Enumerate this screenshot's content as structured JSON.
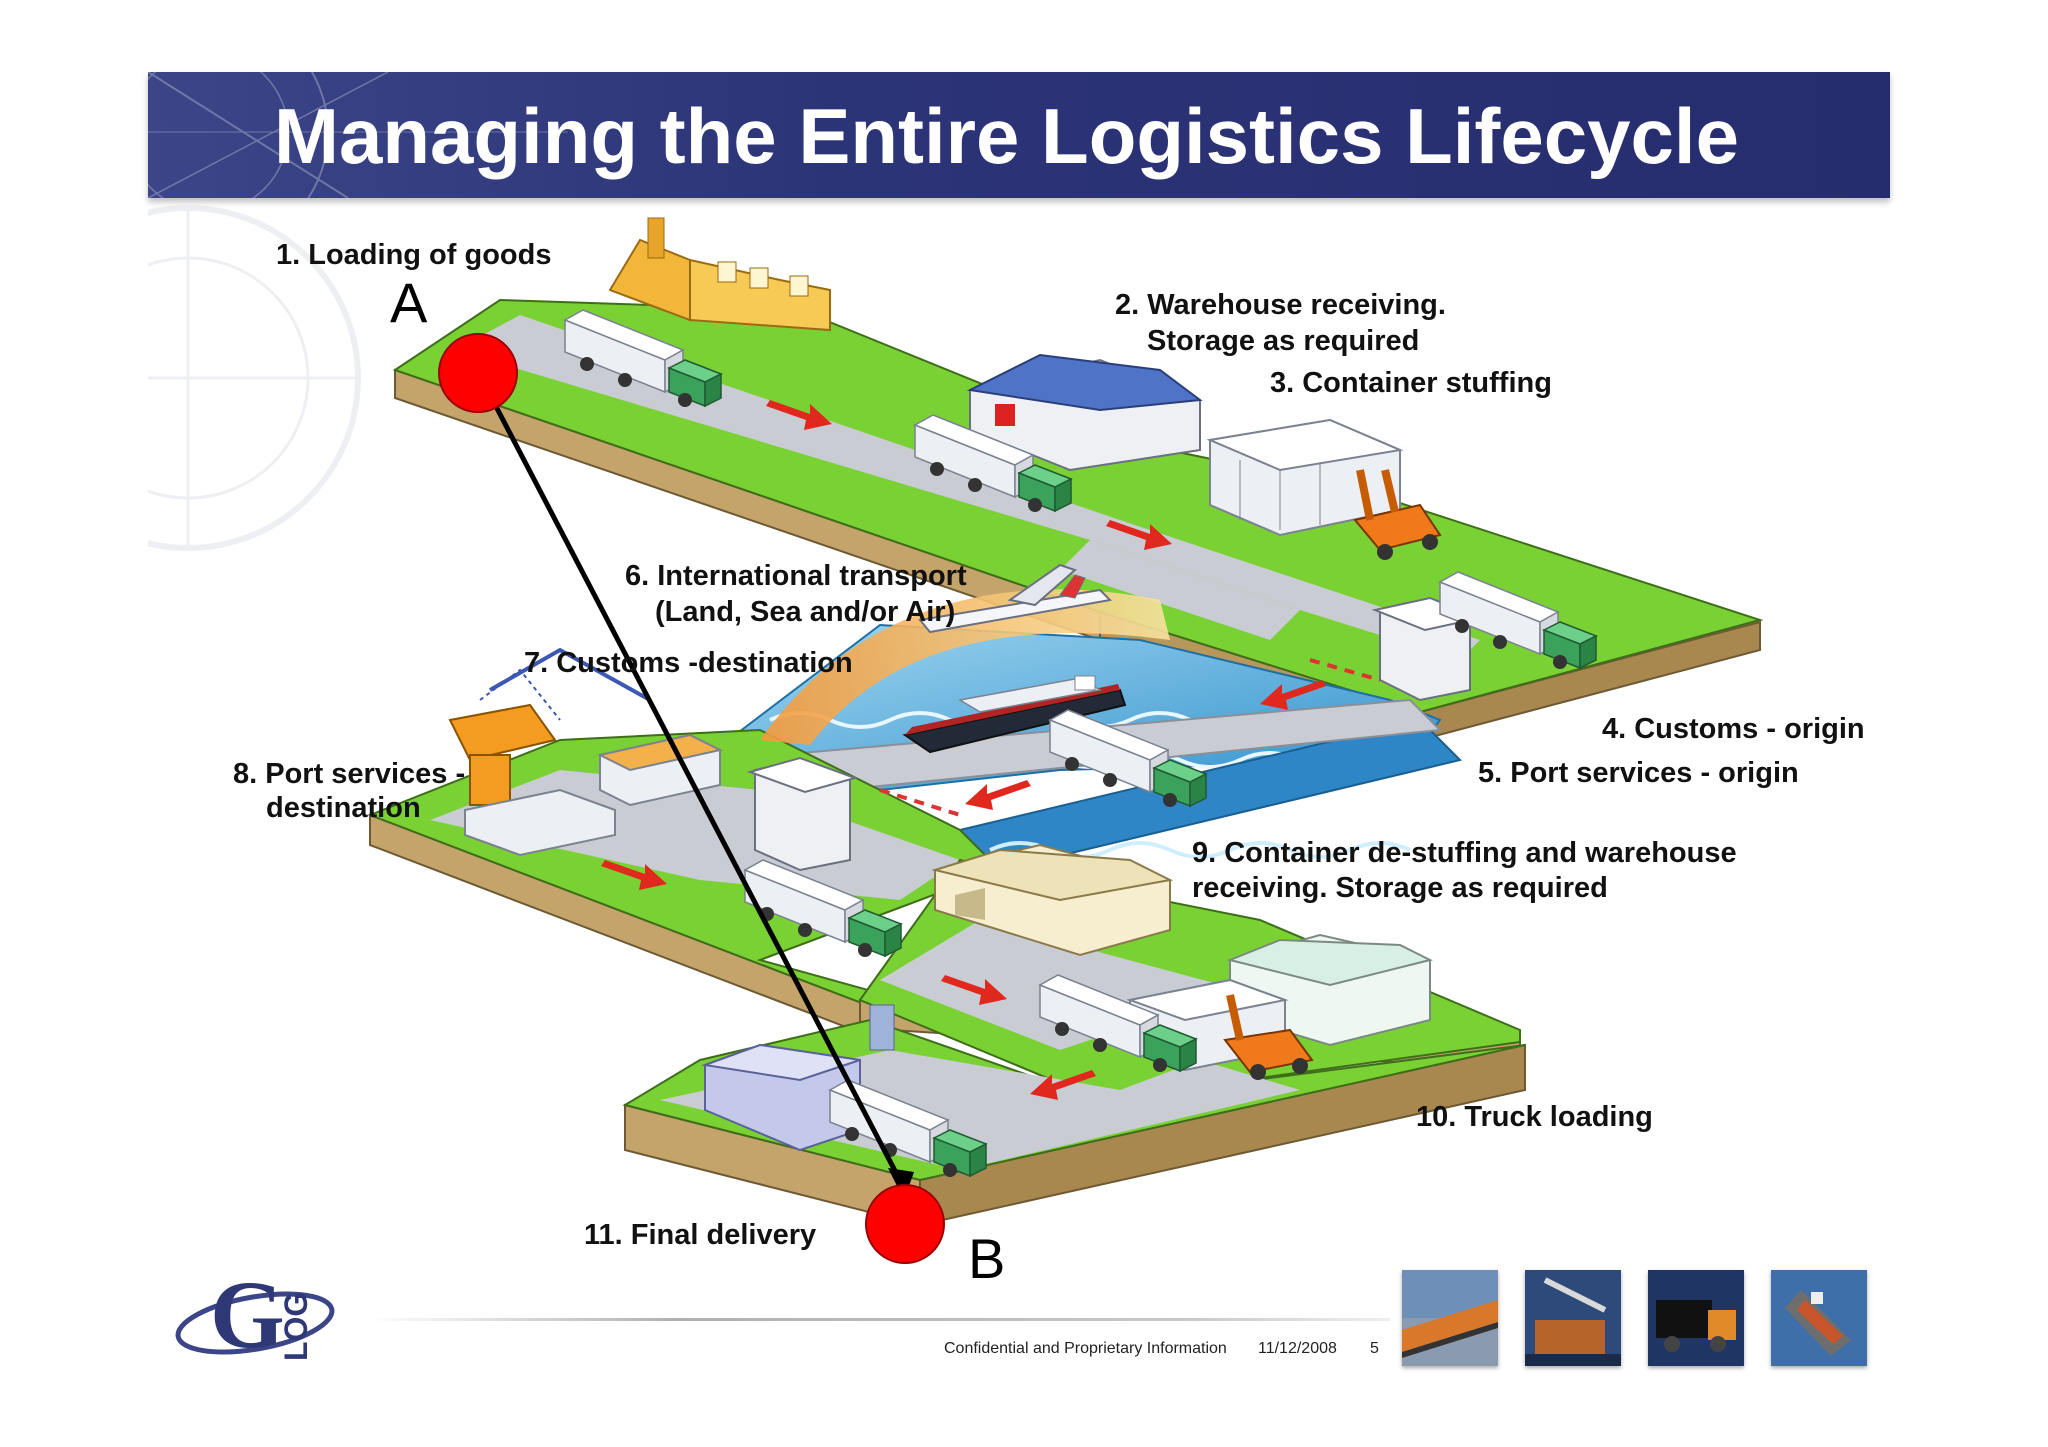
{
  "title": "Managing the Entire Logistics Lifecycle",
  "steps": {
    "s1": "1. Loading of goods",
    "s2a": "2. Warehouse receiving.",
    "s2b": "Storage as required",
    "s3": "3. Container stuffing",
    "s4": "4. Customs - origin",
    "s5": "5. Port services - origin",
    "s6a": "6. International transport",
    "s6b": "(Land, Sea and/or Air)",
    "s7": "7. Customs -destination",
    "s8a": "8. Port services -",
    "s8b": "destination",
    "s9a": "9. Container de-stuffing and warehouse",
    "s9b": "receiving. Storage as required",
    "s10": "10. Truck loading",
    "s11": "11. Final delivery"
  },
  "points": {
    "start": "A",
    "end": "B"
  },
  "footer": {
    "confidential": "Confidential and Proprietary Information",
    "date": "11/12/2008",
    "page": "5"
  },
  "logo": {
    "main": "G",
    "sub": "LOG"
  },
  "colors": {
    "banner": "#2c3478",
    "grass": "#7ad133",
    "road": "#c9ccd3",
    "earth": "#c4a46a",
    "water": "#4aa6d6",
    "arrow": "#e0281e",
    "marker": "#ff0000"
  },
  "icons": [
    "factory-icon",
    "warehouse-icon",
    "truck-icon",
    "container-stack-icon",
    "forklift-icon",
    "customs-booth-icon",
    "ship-icon",
    "airplane-icon",
    "crane-icon",
    "route-arrow-icon"
  ],
  "thumbnails": [
    "rail-freight-image",
    "container-crane-image",
    "truck-image",
    "cargo-ship-image"
  ]
}
